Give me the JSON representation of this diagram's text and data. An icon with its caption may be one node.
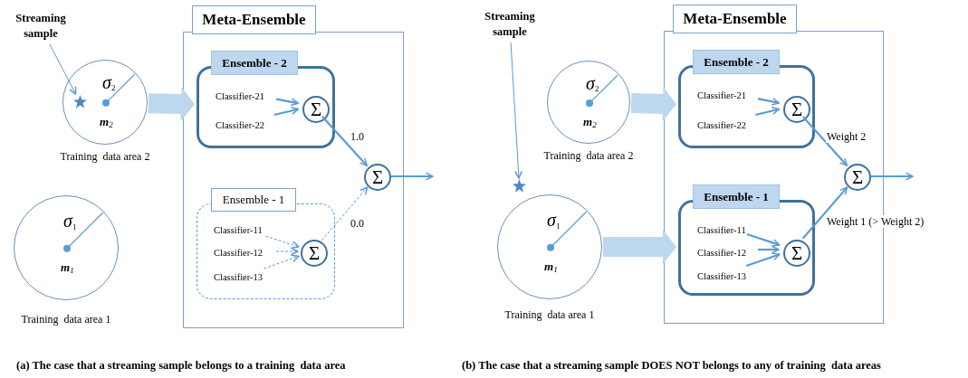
{
  "diagram": {
    "nodes": [
      {
        "text": [
          "Streaming sample"
        ]
      },
      {
        "text": [
          "σ$_{2}$",
          "**m**$_{2}$"
        ],
        "beside": [
          "Training  data area 2"
        ]
      },
      {
        "text": [],
        "shape": "star",
        "in": 1
      },
      {
        "text": [
          "σ$_{1}$",
          "**m**$_{1}$"
        ],
        "beside": [
          "Training  data area 1"
        ]
      },
      {
        "text": [
          "Meta-Ensemble"
        ]
      },
      {
        "text": [
          "Ensemble - 2"
        ],
        "in": 4
      },
      {
        "text": [
          "Classifier-21"
        ],
        "in": 5
      },
      {
        "text": [
          "Classifier-22"
        ],
        "in": 5
      },
      {
        "text": [
          "Σ"
        ],
        "in": 5
      },
      {
        "text": [
          "Ensemble - 1"
        ],
        "in": 4
      },
      {
        "text": [
          "Classifier-11"
        ],
        "in": 9
      },
      {
        "text": [
          "Classifier-12"
        ],
        "in": 9
      },
      {
        "text": [
          "Classifier-13"
        ],
        "in": 9
      },
      {
        "text": [
          "Σ"
        ],
        "in": 9
      },
      {
        "text": [
          "Σ"
        ],
        "in": 4
      },
      {
        "text": [
          "Streaming sample"
        ]
      },
      {
        "text": [],
        "shape": "star"
      },
      {
        "text": [
          "σ$_{2}$",
          "**m**$_{2}$"
        ],
        "beside": [
          "Training  data area 2"
        ]
      },
      {
        "text": [
          "σ$_{1}$",
          "**m**$_{1}$"
        ],
        "beside": [
          "Training  data area 1"
        ]
      },
      {
        "text": [
          "Meta-Ensemble"
        ]
      },
      {
        "text": [
          "Ensemble - 2"
        ],
        "in": 19
      },
      {
        "text": [
          "Classifier-21"
        ],
        "in": 20
      },
      {
        "text": [
          "Classifier-22"
        ],
        "in": 20
      },
      {
        "text": [
          "Σ"
        ],
        "in": 20
      },
      {
        "text": [
          "Ensemble - 1"
        ],
        "in": 19
      },
      {
        "text": [
          "Classifier-11"
        ],
        "in": 24
      },
      {
        "text": [
          "Classifier-12"
        ],
        "in": 24
      },
      {
        "text": [
          "Classifier-13"
        ],
        "in": 24
      },
      {
        "text": [
          "Σ"
        ],
        "in": 24
      },
      {
        "text": [
          "Σ"
        ],
        "in": 19
      }
    ],
    "edges": [
      {
        "from": 0,
        "to": 2,
        "arrow": "to"
      },
      {
        "from": 1,
        "to": 5,
        "arrow": "to",
        "style": "thick",
        "color": "#bdd7ee"
      },
      {
        "from": 6,
        "to": 8,
        "arrow": "to"
      },
      {
        "from": 7,
        "to": 8,
        "arrow": "to"
      },
      {
        "from": 8,
        "to": 14,
        "arrow": "to",
        "label": "1.0"
      },
      {
        "from": 10,
        "to": 13,
        "arrow": "to",
        "style": "dashed"
      },
      {
        "from": 11,
        "to": 13,
        "arrow": "to",
        "style": "dashed"
      },
      {
        "from": 12,
        "to": 13,
        "arrow": "to",
        "style": "dashed"
      },
      {
        "from": 13,
        "to": 14,
        "arrow": "to",
        "style": "dashed",
        "label": "0.0"
      },
      {
        "from": 14,
        "to": null,
        "arrow": "to"
      },
      {
        "from": 15,
        "to": 16,
        "arrow": "to"
      },
      {
        "from": 17,
        "to": 20,
        "arrow": "to",
        "style": "thick",
        "color": "#bdd7ee"
      },
      {
        "from": 18,
        "to": 24,
        "arrow": "to",
        "style": "thick",
        "color": "#bdd7ee"
      },
      {
        "from": 21,
        "to": 23,
        "arrow": "to"
      },
      {
        "from": 22,
        "to": 23,
        "arrow": "to"
      },
      {
        "from": 23,
        "to": 29,
        "arrow": "to",
        "label": "Weight 2"
      },
      {
        "from": 25,
        "to": 28,
        "arrow": "to"
      },
      {
        "from": 26,
        "to": 28,
        "arrow": "to"
      },
      {
        "from": 27,
        "to": 28,
        "arrow": "to"
      },
      {
        "from": 28,
        "to": 29,
        "arrow": "to",
        "label": "Weight 1 (> Weight 2)"
      },
      {
        "from": 29,
        "to": null,
        "arrow": "to"
      }
    ],
    "labels": [
      "(a) The case that a streaming sample belongs to a training  data area",
      "(b) The case that a streaming sample DOES NOT belongs to any of training  data areas"
    ]
  }
}
